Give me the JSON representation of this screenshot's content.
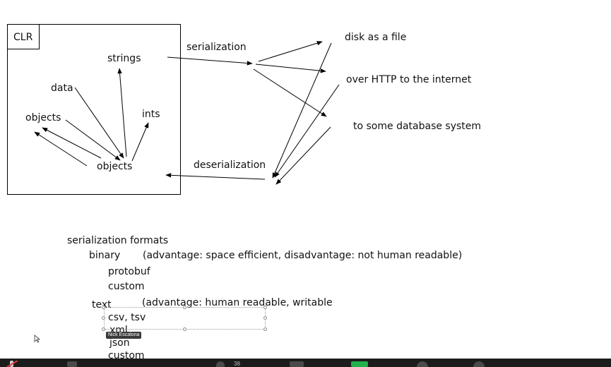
{
  "diagram": {
    "clr_label": "CLR",
    "nodes": {
      "strings": "strings",
      "data": "data",
      "objects_left": "objects",
      "ints": "ints",
      "objects_center": "objects"
    },
    "serialization_label": "serialization",
    "deserialization_label": "deserialization",
    "targets": {
      "disk": "disk as a file",
      "http": "over HTTP to the internet",
      "database": "to some database system"
    }
  },
  "notes": {
    "heading": "serialization formats",
    "binary": "binary",
    "binary_note": "(advantage: space efficient, disadvantage: not human readable)",
    "protobuf": "protobuf",
    "custom_binary": "custom",
    "text": "text",
    "text_note": "(advantage: human readable, writable",
    "csv": "csv, tsv",
    "xml": "xml",
    "json": "json",
    "custom_text": "custom"
  },
  "annotation": {
    "name_tag": "Nick Escalona"
  },
  "taskbar": {
    "participants_count": "38"
  }
}
